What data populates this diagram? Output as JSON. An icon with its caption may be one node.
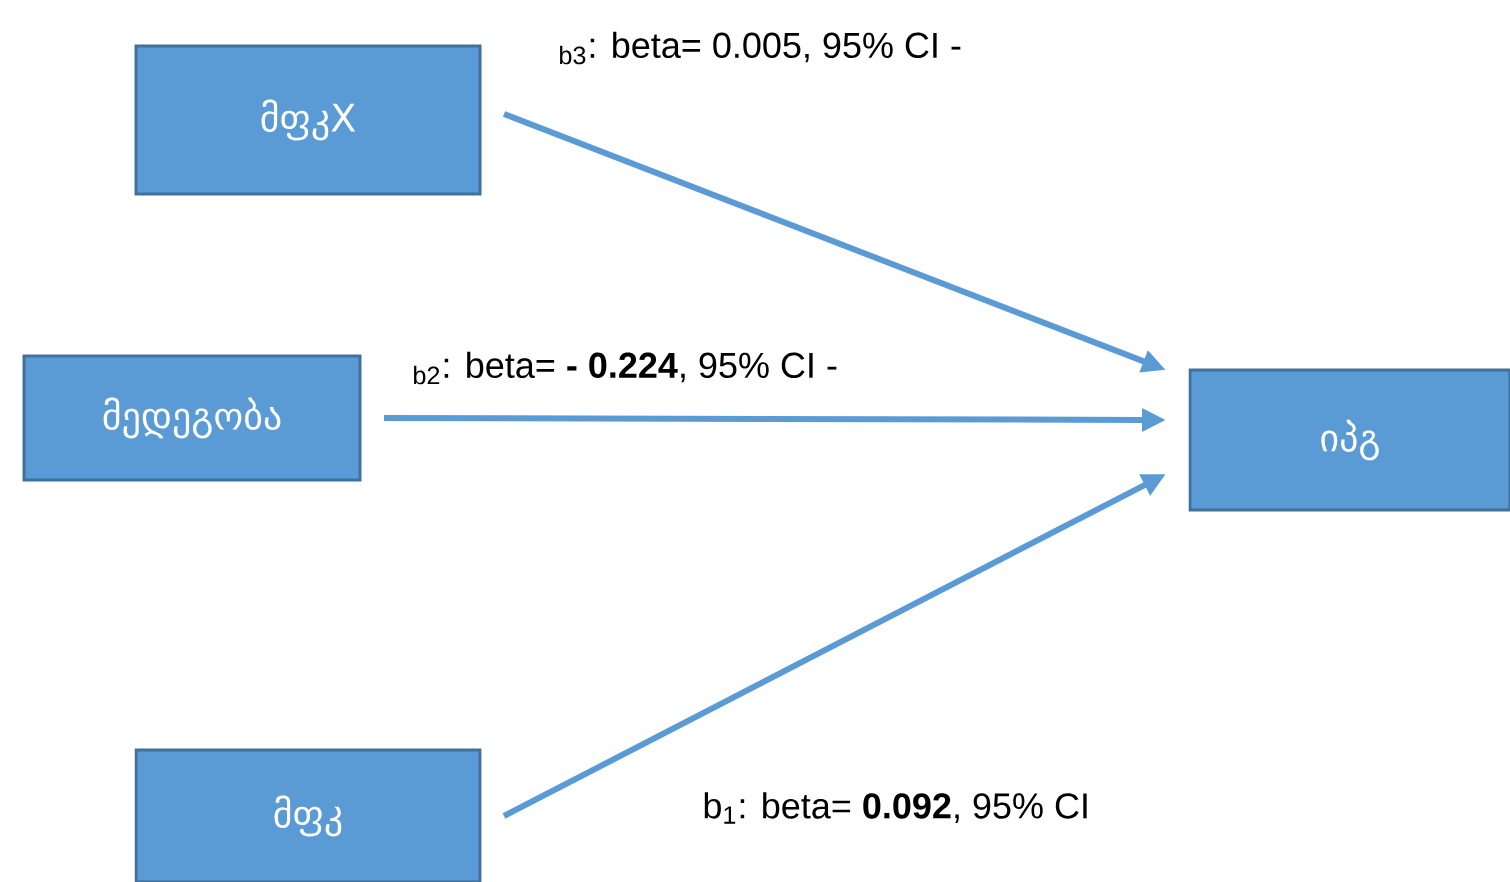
{
  "diagram": {
    "nodes": [
      {
        "text": [
          "მფკX"
        ]
      },
      {
        "text": [
          "მედეგობა"
        ]
      },
      {
        "text": [
          "მფკ"
        ]
      },
      {
        "text": [
          "იპგ"
        ]
      }
    ],
    "edges": [
      {
        "from": 0,
        "to": 3,
        "arrow": "to",
        "label": "$_{b3}$: beta= 0.005, 95% CI -"
      },
      {
        "from": 1,
        "to": 3,
        "arrow": "to",
        "label": "$_{b2}$: beta= **- 0.224**, 95% CI -"
      },
      {
        "from": 2,
        "to": 3,
        "arrow": "to",
        "label": "b$_{1}$: beta= **0.092**, 95% CI"
      }
    ]
  }
}
